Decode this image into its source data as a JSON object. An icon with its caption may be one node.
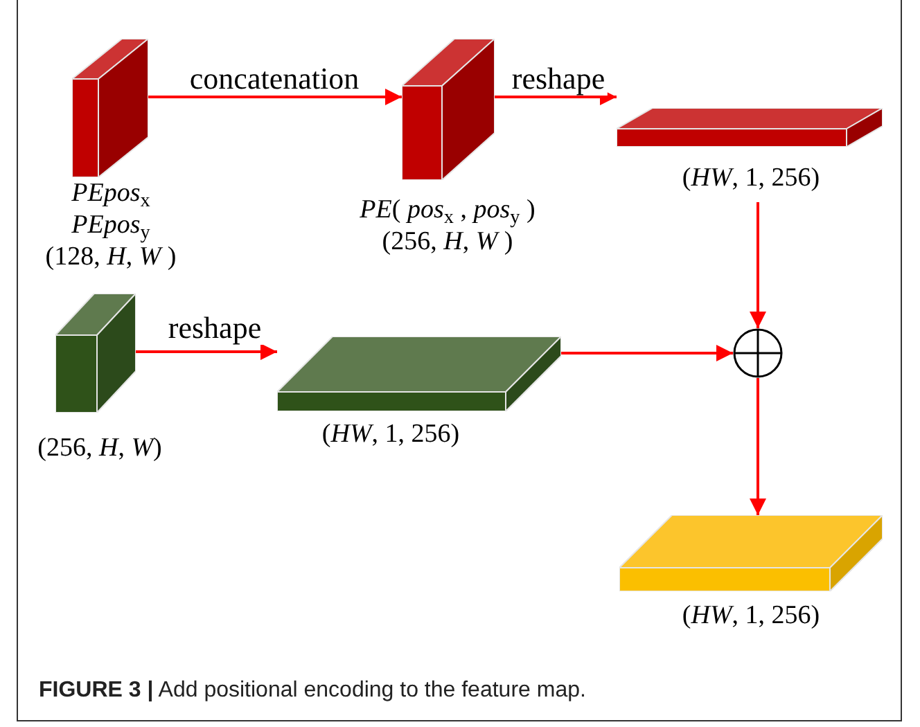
{
  "diagram": {
    "caption": "**FIGURE 3 |** Add positional encoding to the feature map.",
    "nodes": [
      {
        "text": [],
        "shape": "box",
        "beside": [
          "*PEpos*$_{x}$",
          "*PEpos*$_{y}$",
          "(128, *H*, *W* )"
        ]
      },
      {
        "text": [],
        "shape": "box",
        "beside": [
          "*PE*( *pos*$_{x}$ , *pos*$_{y}$ )",
          "(256, *H*, *W* )"
        ]
      },
      {
        "text": [],
        "shape": "box",
        "beside": [
          "(*HW*, 1, 256)"
        ]
      },
      {
        "text": [],
        "shape": "box",
        "beside": [
          "(256, *H*, *W*)"
        ]
      },
      {
        "text": [],
        "shape": "box",
        "beside": [
          "(*HW*, 1, 256)"
        ]
      },
      {
        "text": [],
        "shape": "circle"
      },
      {
        "text": [],
        "shape": "box",
        "beside": [
          "(*HW*, 1, 256)"
        ]
      }
    ],
    "edges": [
      {
        "from": 0,
        "to": 1,
        "arrow": "to",
        "label": "concatenation"
      },
      {
        "from": 1,
        "to": 2,
        "arrow": "to",
        "label": "reshape"
      },
      {
        "from": 2,
        "to": 5,
        "arrow": "to"
      },
      {
        "from": 3,
        "to": 4,
        "arrow": "to",
        "label": "reshape"
      },
      {
        "from": 4,
        "to": 5,
        "arrow": "to"
      },
      {
        "from": 5,
        "to": 6,
        "arrow": "to"
      }
    ]
  }
}
